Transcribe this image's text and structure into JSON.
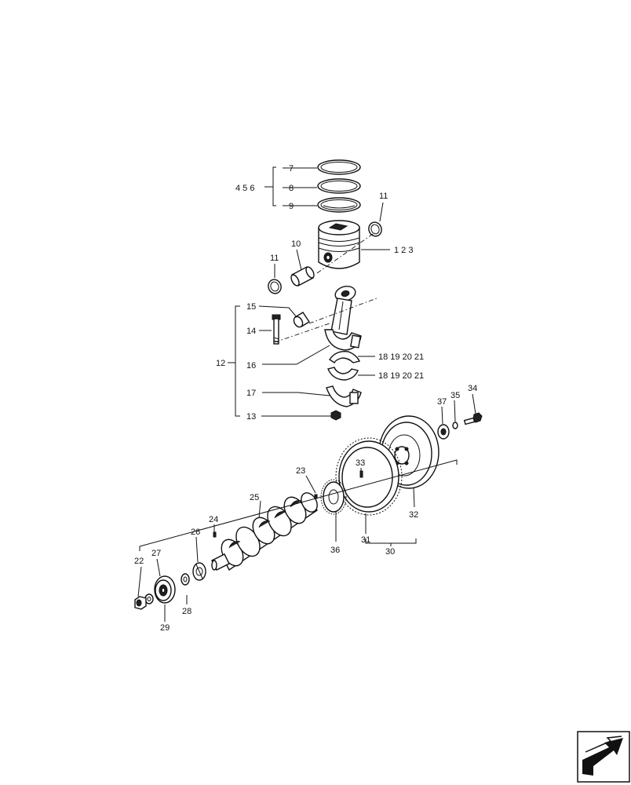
{
  "labels": {
    "l7": "7",
    "l8": "8",
    "l9": "9",
    "l456": "4 5 6",
    "l11a": "11",
    "l11b": "11",
    "l10": "10",
    "l123": "1 2 3",
    "l15": "15",
    "l14": "14",
    "l12": "12",
    "l16": "16",
    "l18a": "18 19 20 21",
    "l18b": "18 19 20 21",
    "l17": "17",
    "l13": "13",
    "l37": "37",
    "l35": "35",
    "l34": "34",
    "l33": "33",
    "l23": "23",
    "l25": "25",
    "l24": "24",
    "l26": "26",
    "l27": "27",
    "l22": "22",
    "l28": "28",
    "l29": "29",
    "l36": "36",
    "l31": "31",
    "l32": "32",
    "l30": "30"
  },
  "icons": {
    "nav": "next-page-arrow-icon"
  }
}
